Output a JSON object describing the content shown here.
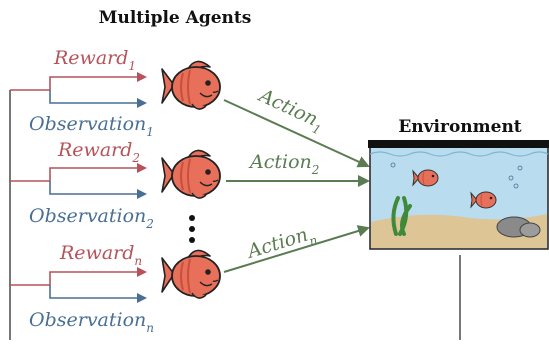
{
  "title": "Multiple Agents",
  "environment": {
    "label": "Environment"
  },
  "agents": [
    {
      "reward": "Reward",
      "reward_sub": "1",
      "observation": "Observation",
      "observation_sub": "1",
      "action": "Action",
      "action_sub": "1"
    },
    {
      "reward": "Reward",
      "reward_sub": "2",
      "observation": "Observation",
      "observation_sub": "2",
      "action": "Action",
      "action_sub": "2"
    },
    {
      "reward": "Reward",
      "reward_sub": "n",
      "observation": "Observation",
      "observation_sub": "n",
      "action": "Action",
      "action_sub": "n"
    }
  ],
  "colors": {
    "reward": "#b5525a",
    "observation": "#4a6f95",
    "action": "#5b7c52",
    "fish": "#e8705a",
    "water": "#b9dcef",
    "sand": "#ddc596"
  }
}
